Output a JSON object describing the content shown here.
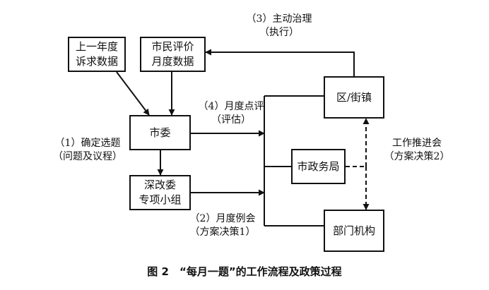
{
  "nodes": {
    "prev_year": {
      "line1": "上一年度",
      "line2": "诉求数据"
    },
    "citizen_eval": {
      "line1": "市民评价",
      "line2": "月度数据"
    },
    "district": {
      "label": "区/街镇"
    },
    "city_committee": {
      "label": "市委"
    },
    "reform_group": {
      "line1": "深改委",
      "line2": "专项小组"
    },
    "gov_bureau": {
      "label": "市政务局"
    },
    "departments": {
      "label": "部门机构"
    }
  },
  "labels": {
    "active_governance": {
      "line1": "（3）主动治理",
      "line2": "（执行）"
    },
    "monthly_review": {
      "line1": "（4）月度点评",
      "line2": "（评估）"
    },
    "topic_selection": {
      "line1": "（1）确定选题",
      "line2": "（问题及议程）"
    },
    "monthly_meeting": {
      "line1": "（2）月度例会",
      "line2": "（方案决策1）"
    },
    "work_promotion": {
      "line1": "工作推进会",
      "line2": "（方案决策2）"
    }
  },
  "caption": "图 2　“每月一题”的工作流程及政策过程"
}
